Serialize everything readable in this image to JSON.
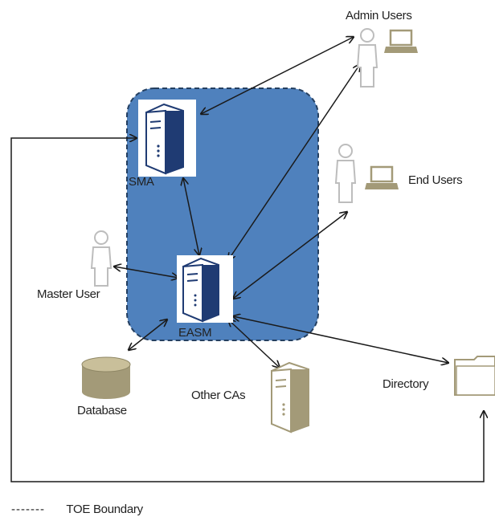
{
  "labels": {
    "admin_users": "Admin Users",
    "sma": "SMA",
    "end_users": "End Users",
    "master_user": "Master User",
    "easm": "EASM",
    "directory": "Directory",
    "other_cas": "Other CAs",
    "database": "Database"
  },
  "legend": {
    "dashes": "-------",
    "text": "TOE Boundary"
  },
  "colors": {
    "boundary_fill": "#4f81bd",
    "boundary_stroke": "#243f60",
    "server_blue": "#1f3b73",
    "server_tan": "#a39a78",
    "person_stroke": "#bdbdbd",
    "arrow": "#1a1a1a"
  },
  "icons": [
    "server-icon",
    "person-icon",
    "laptop-icon",
    "database-icon",
    "folder-icon"
  ]
}
